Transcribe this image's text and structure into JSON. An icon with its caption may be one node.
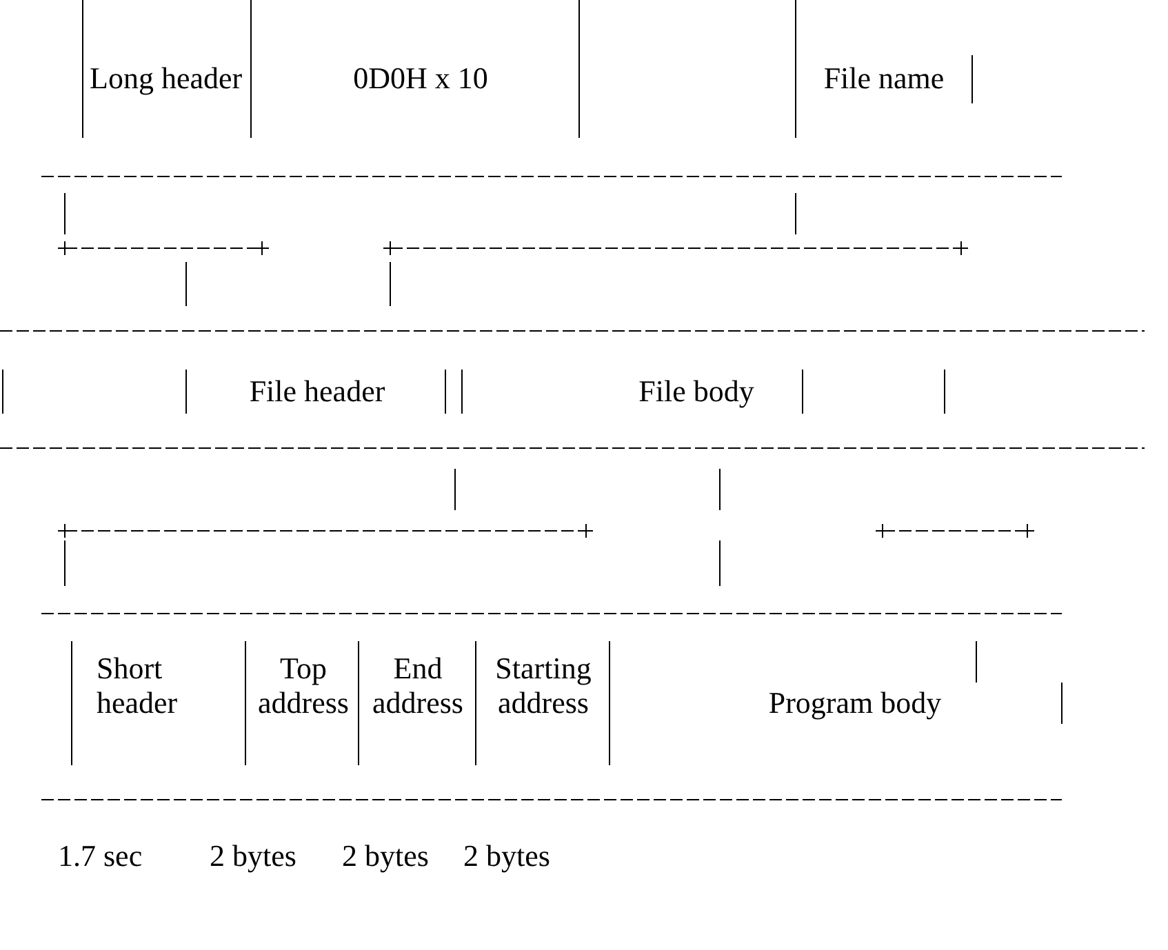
{
  "diagram": {
    "nodes": [
      {
        "text": [
          "Long header"
        ]
      },
      {
        "text": [
          "0D0H x 10"
        ]
      },
      {
        "text": [
          "File name"
        ]
      },
      {
        "text": [
          "File header"
        ]
      },
      {
        "text": [
          "File body"
        ]
      },
      {
        "text": [
          "Short header"
        ]
      },
      {
        "text": [
          "Top address"
        ]
      },
      {
        "text": [
          "End address"
        ]
      },
      {
        "text": [
          "Starting address"
        ]
      },
      {
        "text": [
          "Program body"
        ]
      }
    ],
    "labels": [
      "1.7 sec",
      "2 bytes",
      "2 bytes",
      "2 bytes"
    ]
  }
}
